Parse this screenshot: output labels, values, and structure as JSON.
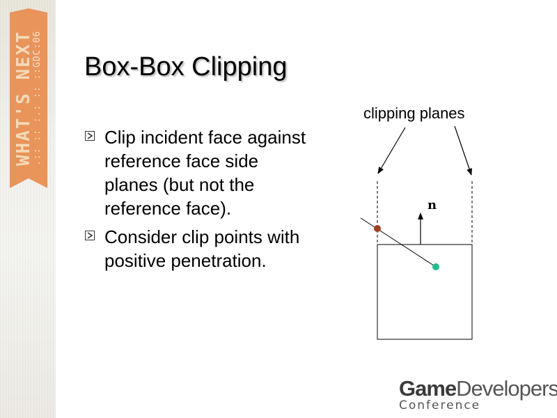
{
  "branding": {
    "banner_main": "WHAT'S NEXT",
    "banner_sub": ".:: :: :.: :: ::GDC:06",
    "banner_color": "#e8945a"
  },
  "slide": {
    "title": "Box-Box Clipping",
    "bullets": [
      "Clip incident face against reference face side planes (but not the reference face).",
      "Consider clip points with positive penetration."
    ]
  },
  "diagram": {
    "label": "clipping planes",
    "normal_label": "n",
    "colors": {
      "point_outside": "#a0401e",
      "point_inside": "#1fbf8f"
    }
  },
  "logo": {
    "game": "Game",
    "developers": "Developers",
    "conference": "Conference"
  }
}
